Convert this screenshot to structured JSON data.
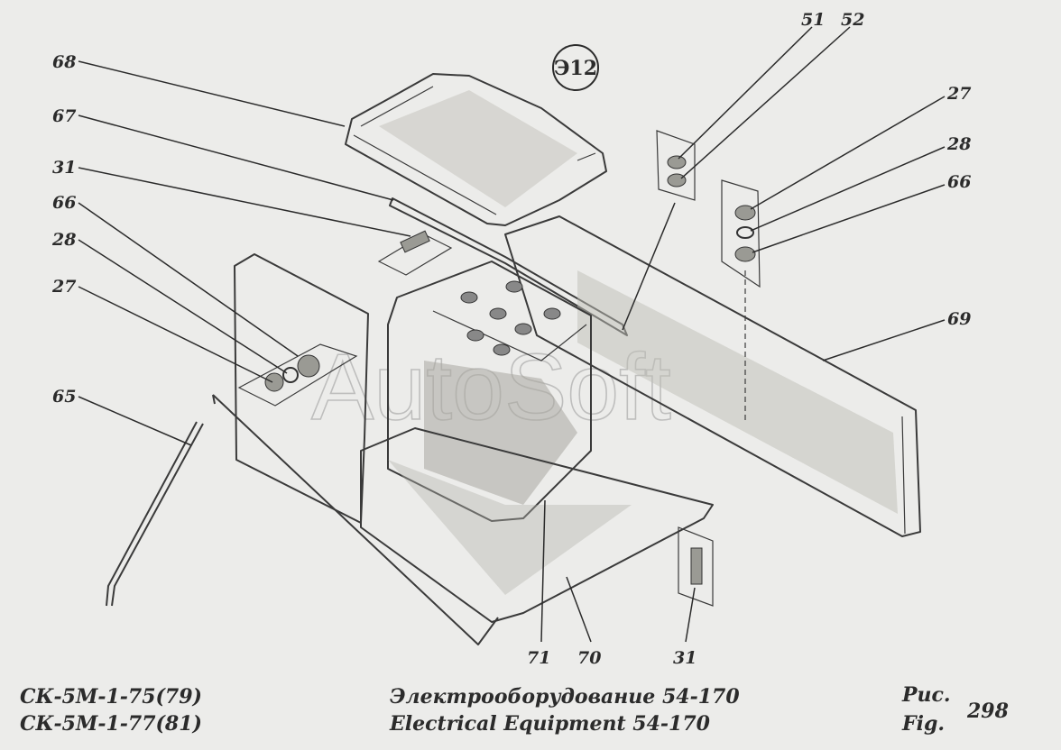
{
  "badge": "Э12",
  "watermark": "AutoSoft",
  "callouts": [
    {
      "id": "c68a",
      "text": "68"
    },
    {
      "id": "c67a",
      "text": "67"
    },
    {
      "id": "c31a",
      "text": "31"
    },
    {
      "id": "c66a",
      "text": "66"
    },
    {
      "id": "c28a",
      "text": "28"
    },
    {
      "id": "c27a",
      "text": "27"
    },
    {
      "id": "c65a",
      "text": "65"
    },
    {
      "id": "c51a",
      "text": "51"
    },
    {
      "id": "c52a",
      "text": "52"
    },
    {
      "id": "c27b",
      "text": "27"
    },
    {
      "id": "c28b",
      "text": "28"
    },
    {
      "id": "c66b",
      "text": "66"
    },
    {
      "id": "c69a",
      "text": "69"
    },
    {
      "id": "c71a",
      "text": "71"
    },
    {
      "id": "c70a",
      "text": "70"
    },
    {
      "id": "c31b",
      "text": "31"
    }
  ],
  "footer": {
    "model_line1": "СК-5М-1-75(79)",
    "model_line2": "СК-5М-1-77(81)",
    "title_ru": "Электрооборудование 54-170",
    "title_en": "Electrical Equipment 54-170",
    "fig_ru": "Рис.",
    "fig_en": "Fig.",
    "fig_number": "298"
  }
}
